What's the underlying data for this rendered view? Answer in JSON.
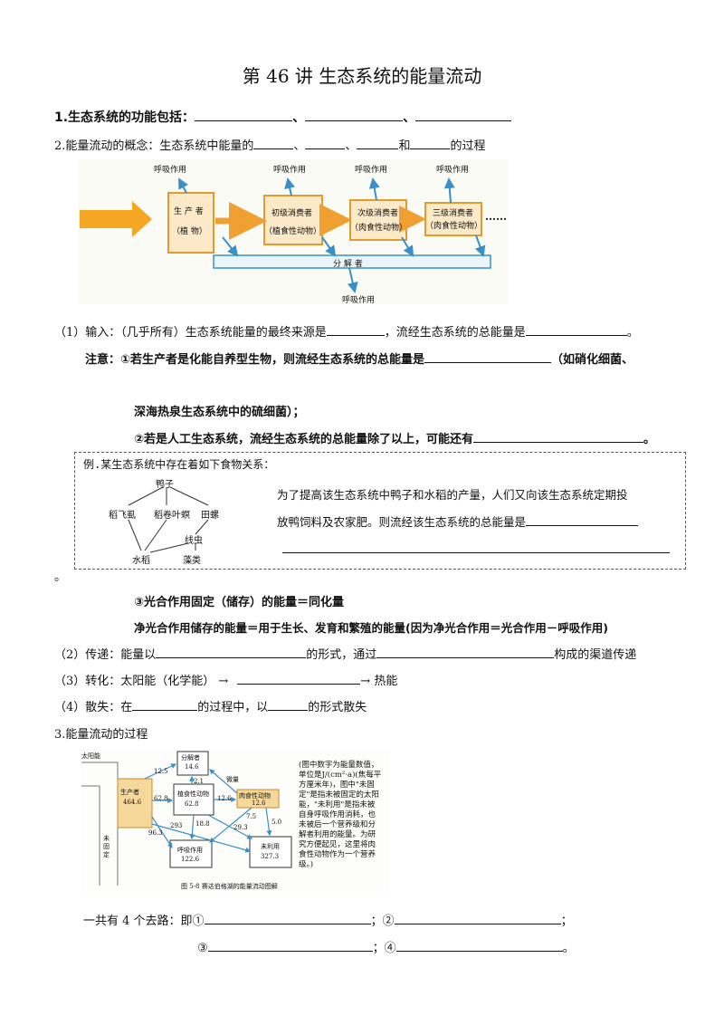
{
  "title": "第 46 讲  生态系统的能量流动",
  "q1": {
    "label": "1.生态系统的功能包括：",
    "sep": "、"
  },
  "q2": {
    "line": "2.能量流动的概念：生态系统中能量的",
    "sep1": "、",
    "sep2": "、",
    "and": "和",
    "tail": "的过程"
  },
  "fig1": {
    "resp": "呼吸作用",
    "producer": "生 产 者",
    "producer_sub": "（植 物）",
    "primary": "初级消费者",
    "primary_sub": "（植食性动物）",
    "secondary": "次级消费者",
    "secondary_sub": "（肉食性动物）",
    "tertiary": "三级消费者",
    "tertiary_sub": "（肉食性动物）",
    "dots": "……",
    "decomposer": "分 解 者"
  },
  "input": {
    "a": "（1）输入：（几乎所有）生态系统能量的最终来源是",
    "b": "，流经生态系统的总能量是",
    "c": "。"
  },
  "note1": {
    "a": "注意：①若生产者是化能自养型生物，则流经生态系统的总能量是",
    "b": "（如硝化细菌、",
    "c": "深海热泉生态系统中的硫细菌）；"
  },
  "note2": {
    "a": "②若是人工生态系统，流经生态系统的总能量除了以上，可能还有",
    "b": "。"
  },
  "example": {
    "label": "例.某生态系统中存在着如下食物关系：",
    "line1": "为了提高该生态系统中鸭子和水稻的产量，人们又向该生态系统定期投",
    "line2": "放鸭饲料及农家肥。则流经该生态系统的总能量是",
    "web": {
      "duck": "鸭子",
      "planthopper": "稻飞虱",
      "borer": "稻卷叶螟",
      "snail": "田螺",
      "tail": "线虫",
      "rice": "水稻",
      "algae": "藻类"
    }
  },
  "stray_dot": "。",
  "note3": {
    "a": "③光合作用固定（储存）的能量＝同化量",
    "b": "净光合作用储存的能量＝用于生长、发育和繁殖的能量(因为净光合作用＝光合作用－呼吸作用)"
  },
  "transfer": {
    "a": "（2）传递：能量以",
    "b": "的形式，通过",
    "c": "构成的渠道传递"
  },
  "transform": {
    "a": "（3）转化：太阳能（化学能） →",
    "b": "→ 热能"
  },
  "loss": {
    "a": "（4）散失：在",
    "b": "的过程中，以",
    "c": "的形式散失"
  },
  "q3": {
    "label": "3.能量流动的过程"
  },
  "fig2": {
    "sunlight": "太阳能",
    "unfixed": "未固定",
    "decomposer": "分解者",
    "decomposer_val": "14.6",
    "producer": "生产者",
    "producer_val": "464.6",
    "herbivore": "植食性动物",
    "herbivore_val": "62.8",
    "carnivore": "肉食性动物",
    "carnivore_val": "12.6",
    "resp": "呼吸作用",
    "resp_val": "122.6",
    "unused": "未利用",
    "unused_val": "327.3",
    "n_12_5": "12.5",
    "n_2_1": "2.1",
    "n_62_8": "62.8",
    "n_12_6": "12.6",
    "n_7_5": "7.5",
    "n_5_0": "5.0",
    "n_29_3": "29.3",
    "n_18_8": "18.8",
    "n_293": "293",
    "n_96_3": "96.3",
    "slight": "微量",
    "caption": "(图中数字为能量数值，单位是J/(cm²·a)(焦每平方厘米年)，图中\"未固定\"是指未被固定的太阳能，\"未利用\"是指未被自身呼吸作用消耗，也未被后一个营养级和分解者利用的能量。为研究方便起见，这里将肉食性动物作为一个营养级。)",
    "figcap": "图 5-8   赛达伯格湖的能量流动图解"
  },
  "q3_line": {
    "a": "一共有 4 个去路：即①",
    "b": "；②",
    "c": "；",
    "d": "③",
    "e": "；④",
    "f": "。"
  }
}
